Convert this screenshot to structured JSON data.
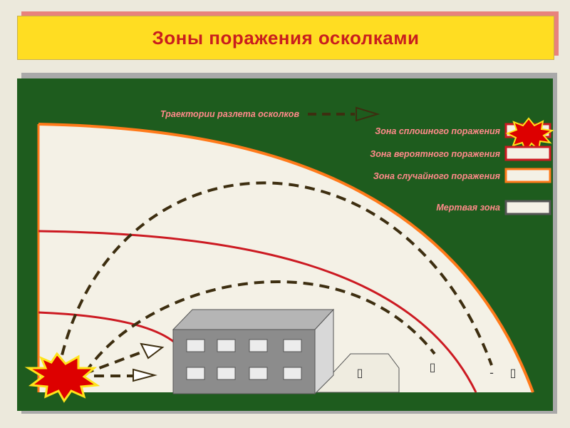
{
  "title": "Зоны поражения осколками",
  "legend": {
    "trajectory_label": "Траектории разлета осколков",
    "items": [
      {
        "label": "Зона сплошного поражения"
      },
      {
        "label": "Зона вероятного поражения"
      },
      {
        "label": "Зона случайного поражения"
      },
      {
        "label": "Мертвая зона"
      }
    ]
  },
  "markers": {
    "marker_1": "▯",
    "marker_2": "▯",
    "marker_3": "▯",
    "dash_mark": "-"
  },
  "colors": {
    "board": "#1e5c1e",
    "title_bg": "#ffdd22",
    "title_text": "#c91e1e",
    "zone_fill": "#f4f1e6",
    "zone_line": "#cc1a22",
    "outer_line": "#ff7a1a",
    "trajectory": "#3d2e10",
    "building": "#8c8c8c"
  }
}
